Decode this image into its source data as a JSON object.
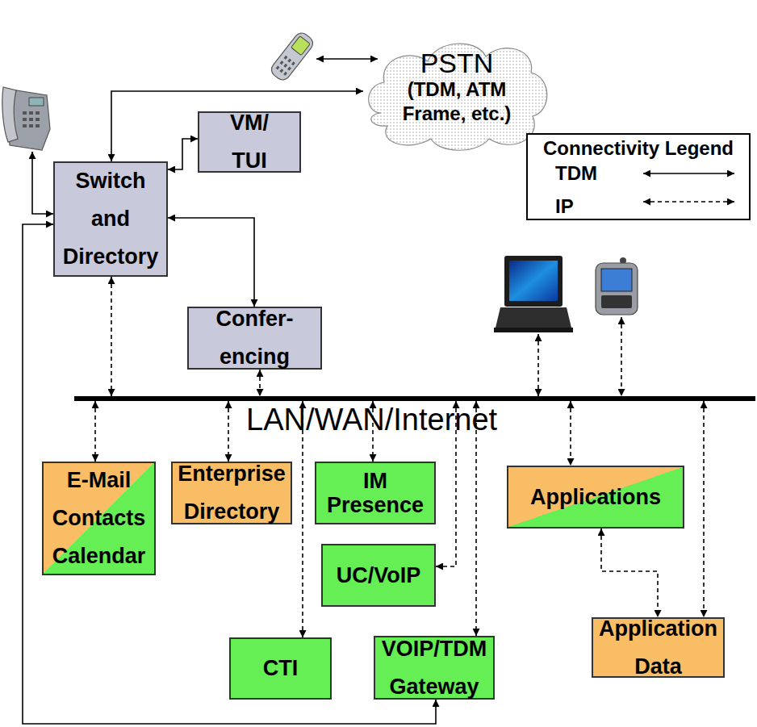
{
  "diagram": {
    "nodes": [
      {
        "text": [
          "PSTN",
          "(TDM, ATM Frame, etc.)"
        ]
      },
      {
        "text": [
          "VM/ TUI"
        ]
      },
      {
        "text": [
          "Switch and Directory"
        ]
      },
      {
        "text": [
          "Confer- encing"
        ]
      },
      {
        "text": [
          "LAN/WAN/Internet"
        ]
      },
      {
        "text": [
          "E-Mail Contacts Calendar"
        ]
      },
      {
        "text": [
          "Enterprise Directory"
        ]
      },
      {
        "text": [
          "IM Presence"
        ]
      },
      {
        "text": [
          "Applications"
        ]
      },
      {
        "text": [
          "UC/VoIP"
        ]
      },
      {
        "text": [
          "Application Data"
        ]
      },
      {
        "text": [
          "CTI"
        ]
      },
      {
        "text": [
          "VOIP/TDM Gateway"
        ]
      }
    ],
    "edges": [
      {
        "from": 2,
        "to": 0,
        "arrow": "both"
      },
      {
        "from": 2,
        "to": 1,
        "arrow": "both"
      },
      {
        "from": 2,
        "to": 3,
        "arrow": "both"
      },
      {
        "from": 2,
        "to": 4,
        "arrow": "both"
      },
      {
        "from": 3,
        "to": 4,
        "arrow": "both"
      },
      {
        "from": 2,
        "to": 12,
        "arrow": "both"
      },
      {
        "from": 4,
        "to": 5,
        "arrow": "both"
      },
      {
        "from": 4,
        "to": 6,
        "arrow": "both"
      },
      {
        "from": 4,
        "to": 7,
        "arrow": "both"
      },
      {
        "from": 4,
        "to": 8,
        "arrow": "both"
      },
      {
        "from": 4,
        "to": 9,
        "arrow": "both"
      },
      {
        "from": 4,
        "to": 10,
        "arrow": "both"
      },
      {
        "from": 4,
        "to": 11,
        "arrow": "both"
      },
      {
        "from": 4,
        "to": 12,
        "arrow": "both"
      },
      {
        "from": 8,
        "to": 10,
        "arrow": "both"
      }
    ],
    "labels": [
      "Connectivity Legend"
    ],
    "legend": [
      {
        "text": "TDM"
      },
      {
        "text": "IP"
      }
    ]
  }
}
